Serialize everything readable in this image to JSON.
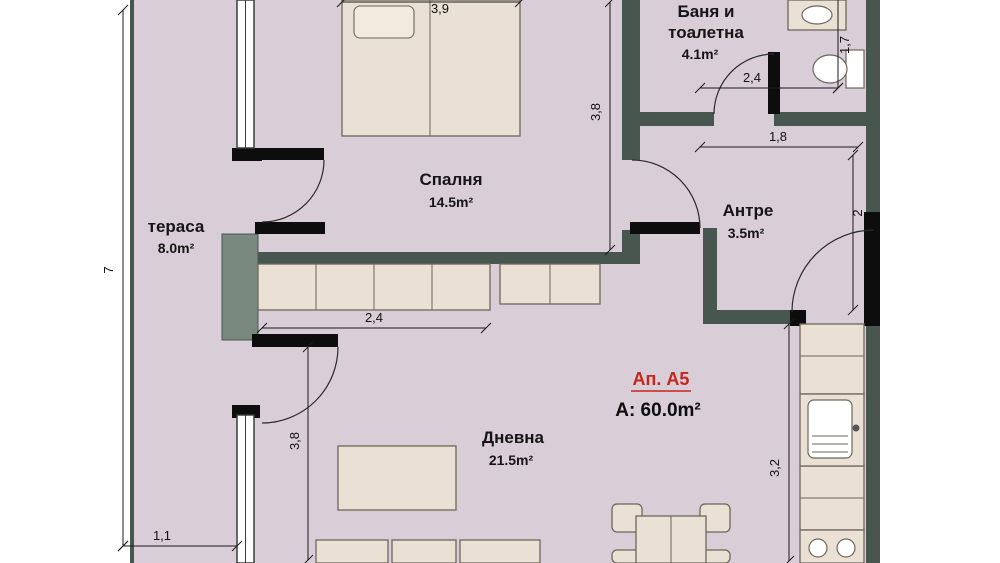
{
  "plan": {
    "unit": {
      "label": "Ап. А5",
      "area": "А: 60.0m²"
    },
    "rooms": {
      "bedroom": {
        "name": "Спалня",
        "area": "14.5m²"
      },
      "bathroom": {
        "line1": "Баня и",
        "line2": "тоалетна",
        "area": "4.1m²"
      },
      "hall": {
        "name": "Антре",
        "area": "3.5m²"
      },
      "terrace": {
        "name": "тераса",
        "area": "8.0m²"
      },
      "living": {
        "name": "Дневна",
        "area": "21.5m²"
      }
    },
    "dims": {
      "top_width": "3,9",
      "bedroom_depth": "3,8",
      "bath_width": "2,4",
      "bath_depth": "1,7",
      "hall_width": "1,8",
      "hall_depth": "2",
      "wardrobe_width": "2,4",
      "total_height": "7",
      "living_depth": "3,8",
      "terrace_width": "1,1",
      "kitchen_depth": "3,2"
    },
    "colors": {
      "floor": "#d9cdd8",
      "wall": "#47574f",
      "wall_light": "#79897f",
      "furniture": "#ebe0d4",
      "accent_red": "#c4271b"
    }
  }
}
